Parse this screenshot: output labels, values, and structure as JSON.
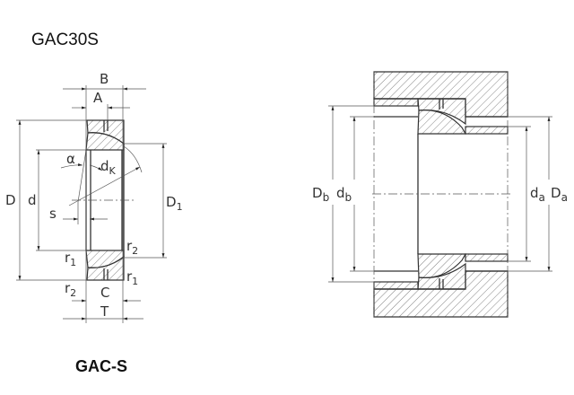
{
  "title": "GAC30S",
  "subtitle": "GAC-S",
  "left_drawing": {
    "labels": {
      "B": "B",
      "A": "A",
      "D": "D",
      "d": "d",
      "D1": {
        "main": "D",
        "sub": "1"
      },
      "alpha": "α",
      "dK": {
        "main": "d",
        "sub": "K"
      },
      "s": "s",
      "r1_left": {
        "main": "r",
        "sub": "1"
      },
      "r2_right": {
        "main": "r",
        "sub": "2"
      },
      "r2_left": {
        "main": "r",
        "sub": "2"
      },
      "r1_right": {
        "main": "r",
        "sub": "1"
      },
      "C": "C",
      "T": "T"
    }
  },
  "right_drawing": {
    "labels": {
      "Db": {
        "main": "D",
        "sub": "b"
      },
      "db": {
        "main": "d",
        "sub": "b"
      },
      "da": {
        "main": "d",
        "sub": "a"
      },
      "Da": {
        "main": "D",
        "sub": "a"
      }
    }
  }
}
